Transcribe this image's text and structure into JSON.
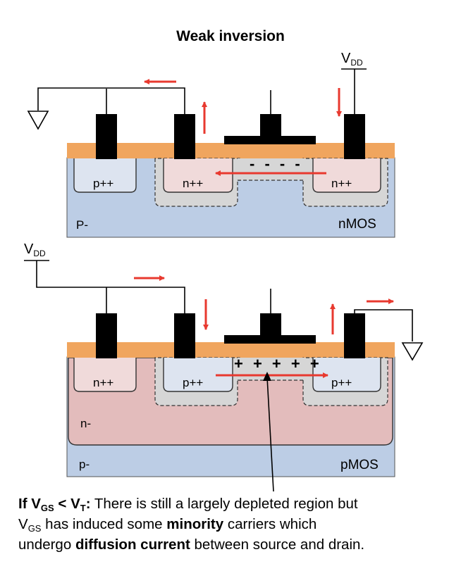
{
  "title": "Weak inversion",
  "nmos": {
    "vdd_label": "V",
    "vdd_sub": "DD",
    "left_region": "p++",
    "source_region": "n++",
    "drain_region": "n++",
    "channel_charges": "- - - -",
    "substrate_label": "P-",
    "device_label": "nMOS"
  },
  "pmos": {
    "vdd_label": "V",
    "vdd_sub": "DD",
    "left_region": "n++",
    "source_region": "p++",
    "drain_region": "p++",
    "channel_charges": "+ + + + +",
    "well_label": "n-",
    "substrate_label": "p-",
    "device_label": "pMOS"
  },
  "caption": {
    "line1_prefix": "If V",
    "line1_sub1": "GS",
    "line1_mid": " < V",
    "line1_sub2": "T",
    "line1_colon": ":",
    "line1_rest": "  There is  still a largely depleted region but",
    "line2_v": "V",
    "line2_sub": "GS",
    "line2_mid": " has induced some ",
    "line2_bold": "minority",
    "line2_end": " carriers which",
    "line3_start": "undergo ",
    "line3_bold": "diffusion current",
    "line3_end": " between source and drain."
  },
  "colors": {
    "oxide": "#f0a55e",
    "substrate_p": "#bccde5",
    "substrate_n_well": "#e3bcbc",
    "region_n_doped": "#f0dada",
    "region_p_doped": "#dde4f0",
    "depletion": "#d6d6d6",
    "arrow": "#e8392f",
    "metal": "#000000"
  }
}
